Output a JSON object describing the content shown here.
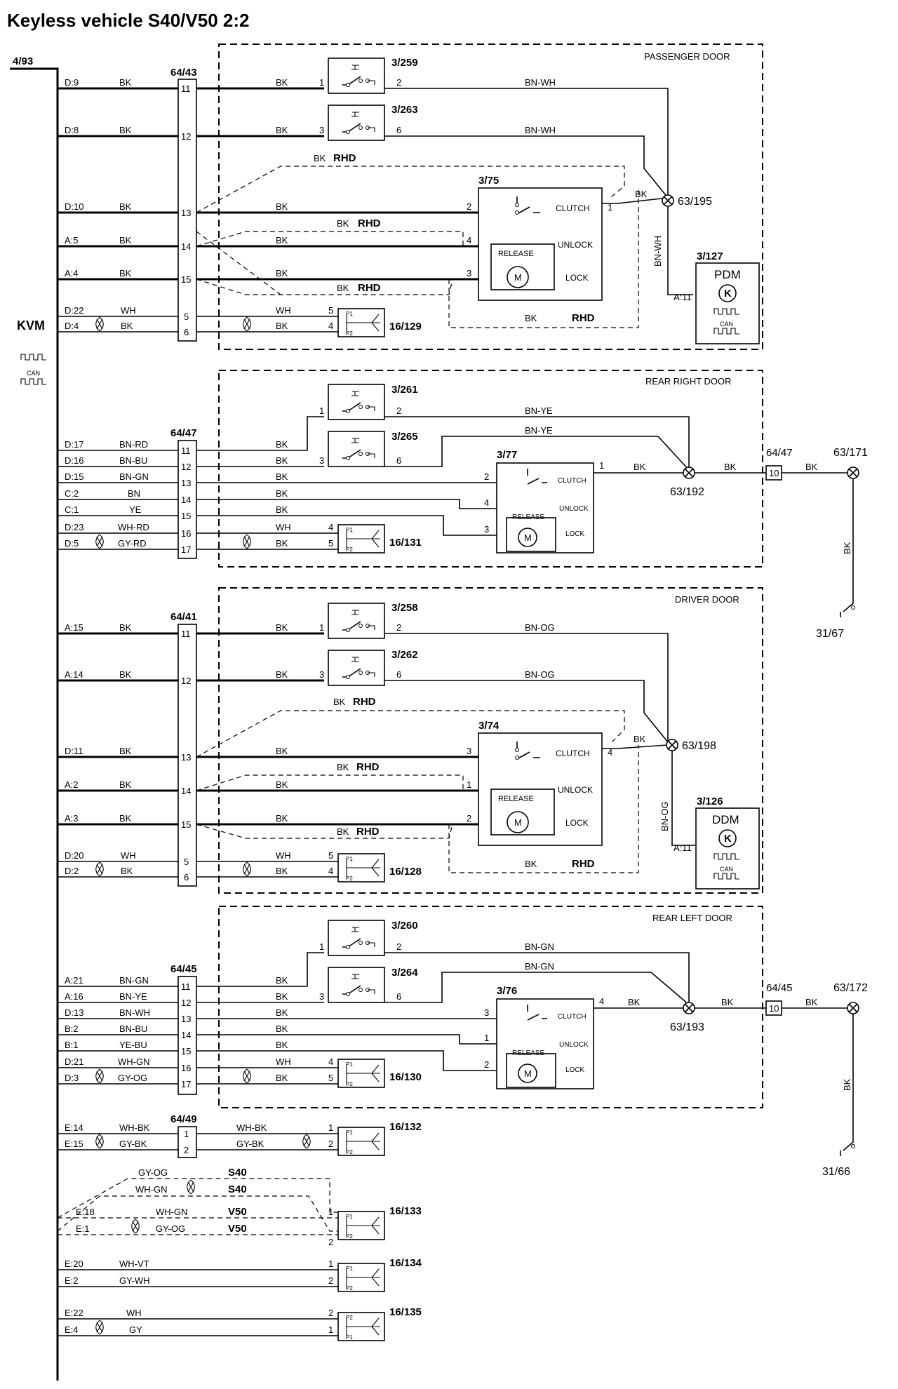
{
  "title": "Keyless vehicle S40/V50 2:2",
  "kvm": {
    "ref": "4/93",
    "label": "KVM",
    "can": "CAN"
  },
  "zones": {
    "passenger": "PASSENGER DOOR",
    "rear_right": "REAR RIGHT DOOR",
    "driver": "DRIVER DOOR",
    "rear_left": "REAR LEFT DOOR"
  },
  "connectors": {
    "c6443": "64/43",
    "c6447": "64/47",
    "c6441": "64/41",
    "c6445": "64/45",
    "c6449": "64/49"
  },
  "switches": {
    "s259": "3/259",
    "s263": "3/263",
    "s261": "3/261",
    "s265": "3/265",
    "s258": "3/258",
    "s262": "3/262",
    "s260": "3/260",
    "s264": "3/264"
  },
  "locks": {
    "l75": "3/75",
    "l77": "3/77",
    "l74": "3/74",
    "l76": "3/76"
  },
  "lock_labels": {
    "clutch": "CLUTCH",
    "unlock": "UNLOCK",
    "release": "RELEASE",
    "lock": "LOCK",
    "motor": "M"
  },
  "antennas": {
    "a129": "16/129",
    "a131": "16/131",
    "a128": "16/128",
    "a130": "16/130",
    "a132": "16/132",
    "a133": "16/133",
    "a134": "16/134",
    "a135": "16/135"
  },
  "modules": {
    "pdm_ref": "3/127",
    "pdm": "PDM",
    "ddm_ref": "3/126",
    "ddm": "DDM",
    "k": "K",
    "can": "CAN",
    "pin": "A:11"
  },
  "splices": {
    "s195": "63/195",
    "s192": "63/192",
    "s198": "63/198",
    "s193": "63/193",
    "s171": "63/171",
    "s172": "63/172"
  },
  "grounds": {
    "g67": "31/67",
    "g66": "31/66"
  },
  "ext_connectors": {
    "c6447b": "64/47",
    "c6445b": "64/45",
    "pin10": "10"
  },
  "variants": {
    "rhd": "RHD",
    "s40": "S40",
    "v50": "V50"
  },
  "pins": {
    "p1": "P1",
    "p2": "P2"
  },
  "wires": {
    "sec1": [
      {
        "pin": "D:9",
        "color": "BK",
        "cp": "11"
      },
      {
        "pin": "D:8",
        "color": "BK",
        "cp": "12"
      },
      {
        "pin": "D:10",
        "color": "BK",
        "cp": "13"
      },
      {
        "pin": "A:5",
        "color": "BK",
        "cp": "14"
      },
      {
        "pin": "A:4",
        "color": "BK",
        "cp": "15"
      },
      {
        "pin": "D:22",
        "color": "WH",
        "cp": "5"
      },
      {
        "pin": "D:4",
        "color": "BK",
        "cp": "6"
      }
    ],
    "sec2": [
      {
        "pin": "D:17",
        "color": "BN-RD",
        "cp": "11"
      },
      {
        "pin": "D:16",
        "color": "BN-BU",
        "cp": "12"
      },
      {
        "pin": "D:15",
        "color": "BN-GN",
        "cp": "13"
      },
      {
        "pin": "C:2",
        "color": "BN",
        "cp": "14"
      },
      {
        "pin": "C:1",
        "color": "YE",
        "cp": "15"
      },
      {
        "pin": "D:23",
        "color": "WH-RD",
        "cp": "16"
      },
      {
        "pin": "D:5",
        "color": "GY-RD",
        "cp": "17"
      }
    ],
    "sec3": [
      {
        "pin": "A:15",
        "color": "BK",
        "cp": "11"
      },
      {
        "pin": "A:14",
        "color": "BK",
        "cp": "12"
      },
      {
        "pin": "D:11",
        "color": "BK",
        "cp": "13"
      },
      {
        "pin": "A:2",
        "color": "BK",
        "cp": "14"
      },
      {
        "pin": "A:3",
        "color": "BK",
        "cp": "15"
      },
      {
        "pin": "D:20",
        "color": "WH",
        "cp": "5"
      },
      {
        "pin": "D:2",
        "color": "BK",
        "cp": "6"
      }
    ],
    "sec4": [
      {
        "pin": "A:21",
        "color": "BN-GN",
        "cp": "11"
      },
      {
        "pin": "A:16",
        "color": "BN-YE",
        "cp": "12"
      },
      {
        "pin": "D:13",
        "color": "BN-WH",
        "cp": "13"
      },
      {
        "pin": "B:2",
        "color": "BN-BU",
        "cp": "14"
      },
      {
        "pin": "B:1",
        "color": "YE-BU",
        "cp": "15"
      },
      {
        "pin": "D:21",
        "color": "WH-GN",
        "cp": "16"
      },
      {
        "pin": "D:3",
        "color": "GY-OG",
        "cp": "17"
      }
    ],
    "sec5": [
      {
        "pin": "E:14",
        "color": "WH-BK",
        "cp": "1"
      },
      {
        "pin": "E:15",
        "color": "GY-BK",
        "cp": "2"
      }
    ],
    "sec6": [
      {
        "pin": "E:18",
        "color": "WH-GN"
      },
      {
        "pin": "E:1",
        "color": "GY-OG"
      }
    ],
    "sec7": [
      {
        "pin": "E:20",
        "color": "WH-VT"
      },
      {
        "pin": "E:2",
        "color": "GY-WH"
      }
    ],
    "sec8": [
      {
        "pin": "E:22",
        "color": "WH"
      },
      {
        "pin": "E:4",
        "color": "GY"
      }
    ]
  },
  "labels": {
    "bk": "BK",
    "bn_wh": "BN-WH",
    "bn_ye": "BN-YE",
    "bn_og": "BN-OG",
    "bn_gn": "BN-GN",
    "wh": "WH",
    "wh_bk": "WH-BK",
    "gy_bk": "GY-BK",
    "gy_og": "GY-OG",
    "wh_gn": "WH-GN",
    "n1": "1",
    "n2": "2",
    "n3": "3",
    "n4": "4",
    "n5": "5",
    "n6": "6"
  }
}
